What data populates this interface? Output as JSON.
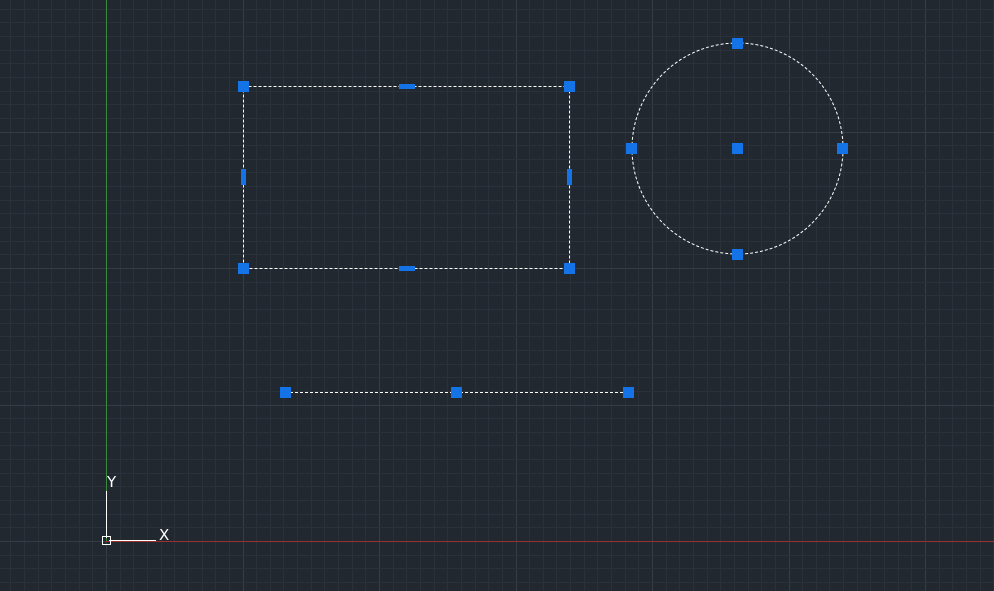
{
  "viewport": {
    "background": "#212830",
    "grid_minor_color": "#2a313a",
    "grid_major_color": "#343c46",
    "y_axis_color": "#3c8a3c",
    "x_axis_color": "#9a2f2f"
  },
  "selection": {
    "entity_color": "#ffffff",
    "grip_color": "#1473e6",
    "selected_entities": [
      "rectangle",
      "circle",
      "line"
    ]
  },
  "ucs_icon": {
    "x_label": "X",
    "y_label": "Y",
    "color": "#ffffff"
  }
}
